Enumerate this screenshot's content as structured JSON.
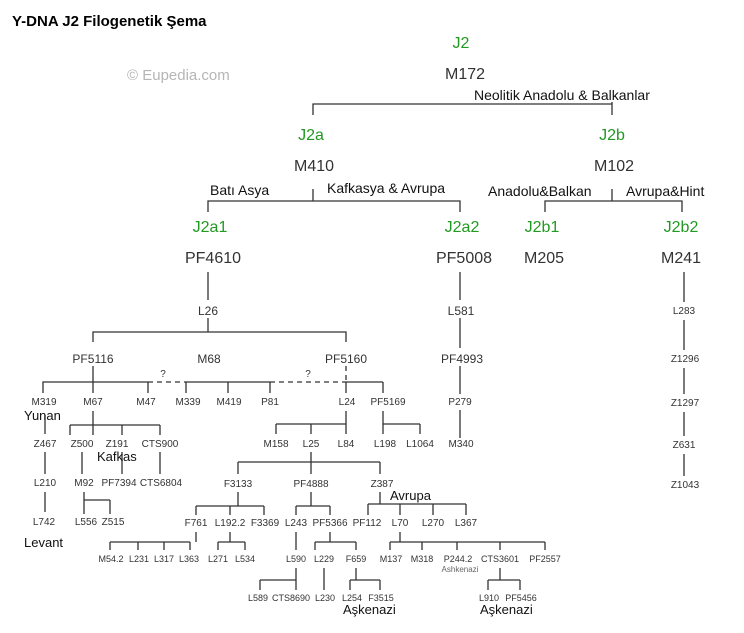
{
  "title": "Y-DNA J2 Filogenetik Şema",
  "watermark": "© Eupedia.com",
  "colors": {
    "haplogroup": "#229922",
    "line": "#333333",
    "text": "#222222"
  },
  "haplogroups": {
    "j2": "J2",
    "j2a": "J2a",
    "j2b": "J2b",
    "j2a1": "J2a1",
    "j2a2": "J2a2",
    "j2b1": "J2b1",
    "j2b2": "J2b2"
  },
  "snps": {
    "m172": "M172",
    "m410": "M410",
    "m102": "M102",
    "pf4610": "PF4610",
    "pf5008": "PF5008",
    "m205": "M205",
    "m241": "M241",
    "l26": "L26",
    "pf5116": "PF5116",
    "m68": "M68",
    "pf5160": "PF5160",
    "m319": "M319",
    "m67": "M67",
    "m47": "M47",
    "m339": "M339",
    "m419": "M419",
    "p81": "P81",
    "l24": "L24",
    "pf5169": "PF5169",
    "z467": "Z467",
    "z500": "Z500",
    "z191": "Z191",
    "cts900": "CTS900",
    "l210": "L210",
    "m92": "M92",
    "pf7394": "PF7394",
    "cts6804": "CTS6804",
    "l742": "L742",
    "l556": "L556",
    "z515": "Z515",
    "m158": "M158",
    "l25": "L25",
    "l84": "L84",
    "l198": "L198",
    "l1064": "L1064",
    "f3133": "F3133",
    "pf4888": "PF4888",
    "z387": "Z387",
    "f761": "F761",
    "l192_2": "L192.2",
    "f3369": "F3369",
    "l243": "L243",
    "pf5366": "PF5366",
    "pf112": "PF112",
    "l70": "L70",
    "l270": "L270",
    "l367": "L367",
    "m54_2": "M54.2",
    "l231": "L231",
    "l317": "L317",
    "l363": "L363",
    "l271": "L271",
    "l534": "L534",
    "l590": "L590",
    "l229": "L229",
    "f659": "F659",
    "m137": "M137",
    "m318": "M318",
    "p244_2": "P244.2",
    "cts3601": "CTS3601",
    "pf2557": "PF2557",
    "l589": "L589",
    "cts8690": "CTS8690",
    "l230": "L230",
    "l254": "L254",
    "f3515": "F3515",
    "l910": "L910",
    "pf5456": "PF5456",
    "l581": "L581",
    "pf4993": "PF4993",
    "p279": "P279",
    "m340": "M340",
    "l283": "L283",
    "z1296": "Z1296",
    "z1297": "Z1297",
    "z631": "Z631",
    "z1043": "Z1043"
  },
  "regions": {
    "neolitik": "Neolitik Anadolu & Balkanlar",
    "bati_asya": "Batı Asya",
    "kafkasya_avrupa": "Kafkasya & Avrupa",
    "anadolu_balkan": "Anadolu&Balkan",
    "avrupa_hint": "Avrupa&Hint",
    "yunan": "Yunan",
    "kafkas": "Kafkas",
    "levant": "Levant",
    "avrupa": "Avrupa",
    "askenazi_1": "Aşkenazi",
    "askenazi_2": "Aşkenazi",
    "ashkenazi_small": "Ashkenazi"
  },
  "uncertain_marks": [
    "?",
    "?"
  ]
}
